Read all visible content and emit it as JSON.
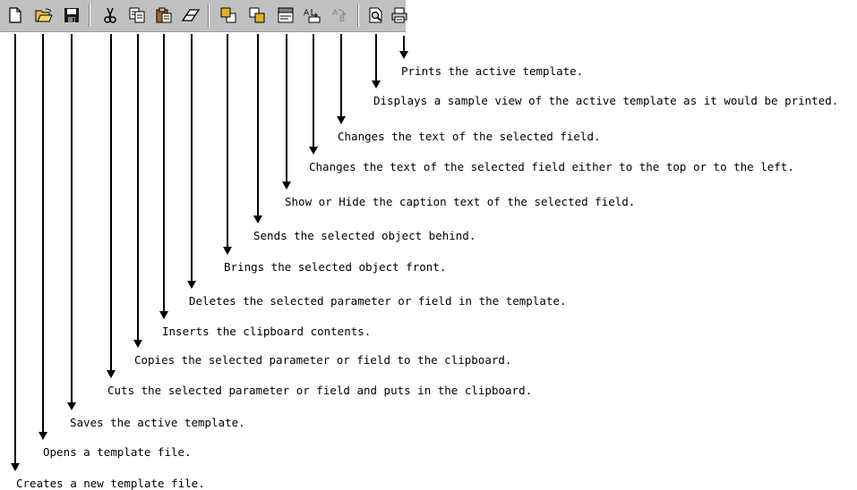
{
  "toolbar": {
    "buttons": [
      {
        "icon": "new-document-icon"
      },
      {
        "icon": "open-folder-icon"
      },
      {
        "icon": "save-disk-icon"
      },
      {
        "icon": "cut-scissors-icon"
      },
      {
        "icon": "copy-icon"
      },
      {
        "icon": "paste-clipboard-icon"
      },
      {
        "icon": "eraser-delete-icon"
      },
      {
        "icon": "bring-to-front-icon"
      },
      {
        "icon": "send-to-back-icon"
      },
      {
        "icon": "caption-toggle-icon"
      },
      {
        "icon": "caption-position-icon"
      },
      {
        "icon": "caption-text-icon"
      },
      {
        "icon": "print-preview-icon"
      },
      {
        "icon": "printer-icon"
      }
    ]
  },
  "descriptions": {
    "new": "Creates a new template file.",
    "open": "Opens a template file.",
    "save": "Saves the active template.",
    "cut": "Cuts the selected parameter or field and puts in the clipboard.",
    "copy": "Copies the selected parameter or field to the clipboard.",
    "paste": "Inserts the clipboard contents.",
    "delete": "Deletes the selected parameter or field in the template.",
    "front": "Brings the selected object front.",
    "back": "Sends the selected object behind.",
    "caption_toggle": "Show or Hide the caption text of the selected field.",
    "caption_position": "Changes the text of the selected field either to the top or to the left.",
    "caption_text": "Changes the text of the selected field.",
    "preview": "Displays a sample view of the active template as it would be printed.",
    "print": "Prints the active template."
  }
}
